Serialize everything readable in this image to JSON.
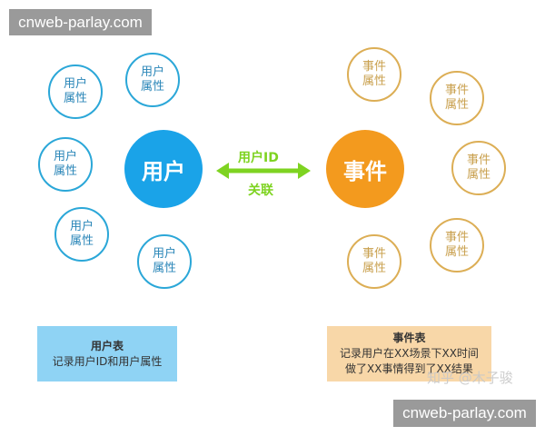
{
  "watermarks": {
    "top": "cnweb-parlay.com",
    "bottom": "cnweb-parlay.com",
    "zhihu": "知乎 @木子骏"
  },
  "user": {
    "center": "用户",
    "attributes": [
      "用户\n属性",
      "用户\n属性",
      "用户\n属性",
      "用户\n属性",
      "用户\n属性"
    ],
    "table_title": "用户表",
    "table_desc": "记录用户ID和用户属性"
  },
  "event": {
    "center": "事件",
    "attributes": [
      "事件\n属性",
      "事件\n属性",
      "事件\n属性",
      "事件\n属性",
      "事件\n属性"
    ],
    "table_title": "事件表",
    "table_desc_1": "记录用户在XX场景下XX时间",
    "table_desc_2": "做了XX事情得到了XX结果"
  },
  "link": {
    "top": "用户ID",
    "bottom": "关联"
  },
  "colors": {
    "user": "#1aa3e8",
    "event": "#f39a1e",
    "link": "#7ed321",
    "user_box": "#8fd3f4",
    "event_box": "#f8d7a8"
  }
}
